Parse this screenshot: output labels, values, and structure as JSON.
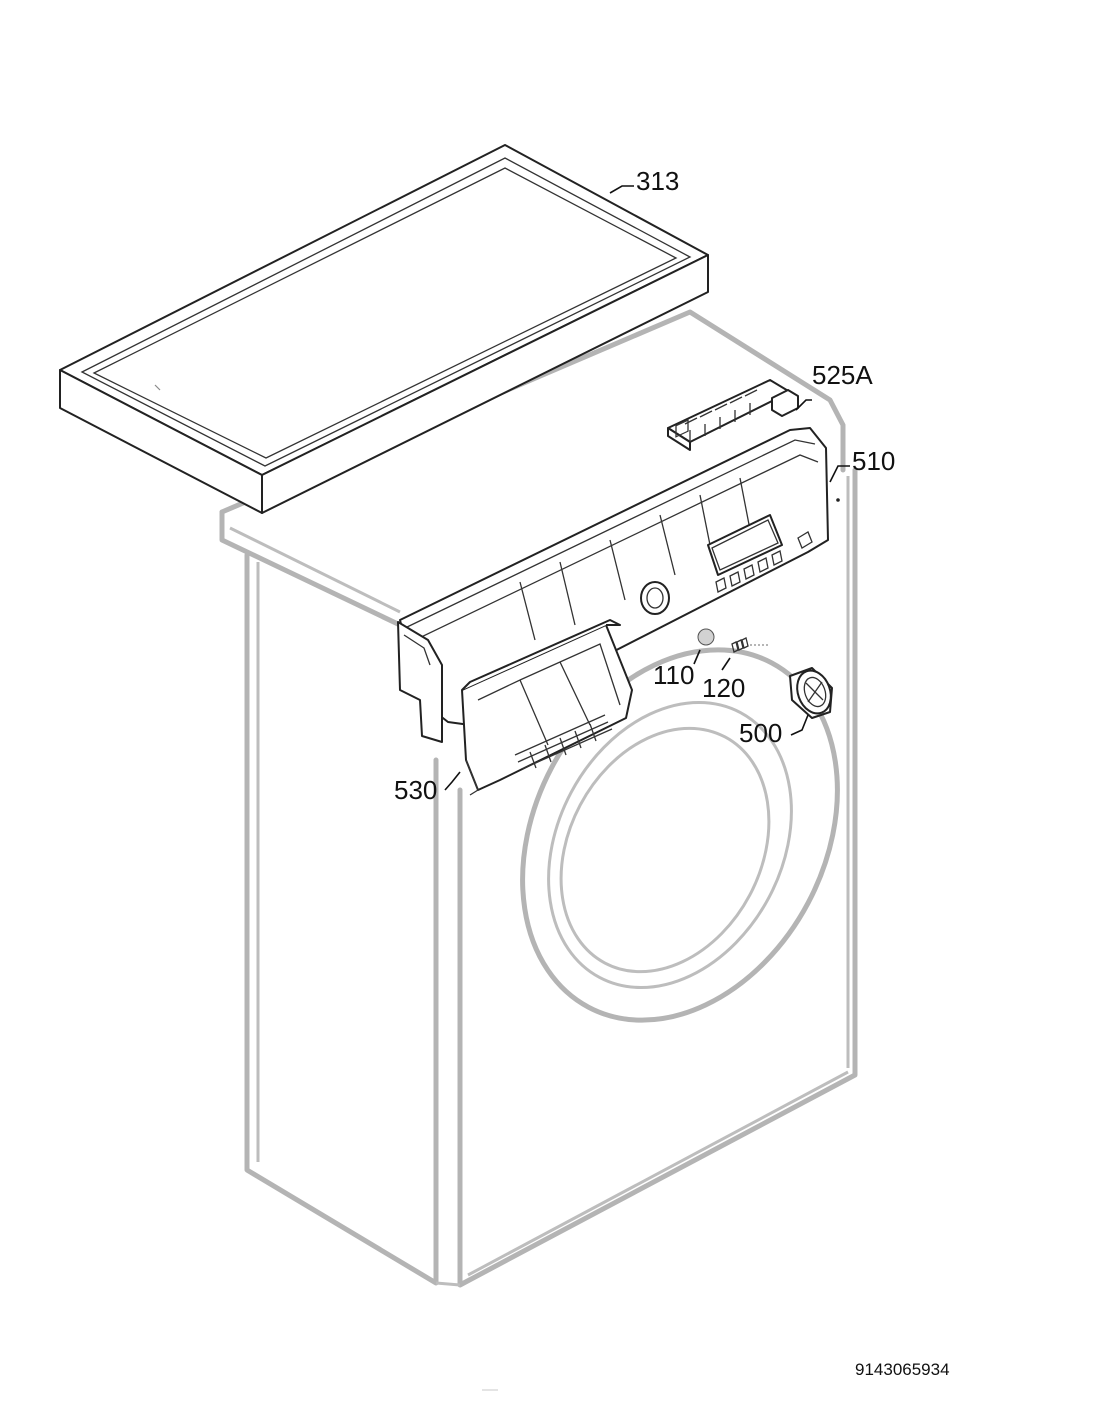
{
  "callouts": {
    "top_panel": "313",
    "button_set": "525A",
    "control_panel": "510",
    "indicator_lens": "110",
    "spring": "120",
    "selector_knob": "500",
    "dispenser_drawer": "530"
  },
  "document_number": "9143065934"
}
